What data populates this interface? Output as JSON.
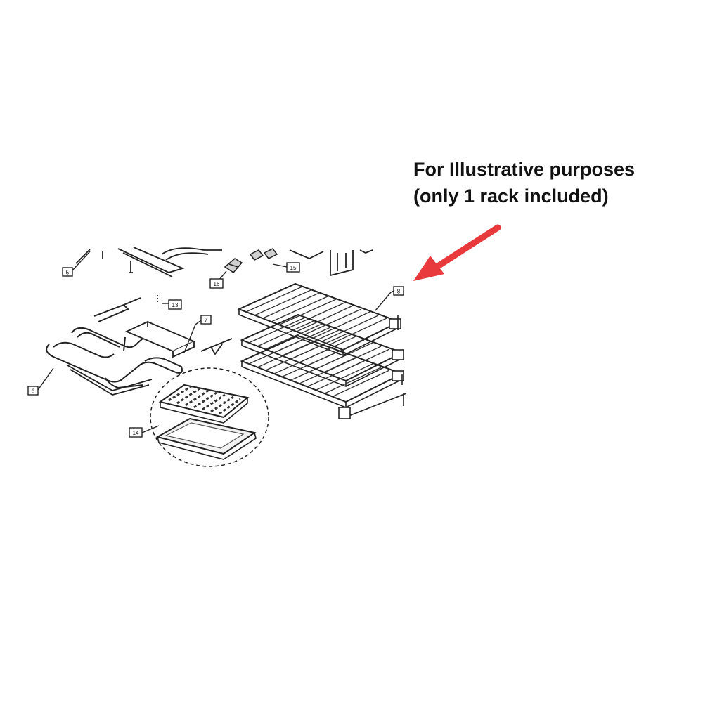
{
  "caption": {
    "line1": "For Illustrative purposes",
    "line2": "(only 1 rack included)"
  },
  "callouts": {
    "c5": "5",
    "c16": "16",
    "c15": "15",
    "c13": "13",
    "c7": "7",
    "c8": "8",
    "c6": "6",
    "c14": "14"
  },
  "colors": {
    "arrow": "#e8393c",
    "line": "#222222",
    "background": "#ffffff"
  },
  "icons": {
    "pointer": "red-arrow-icon"
  }
}
